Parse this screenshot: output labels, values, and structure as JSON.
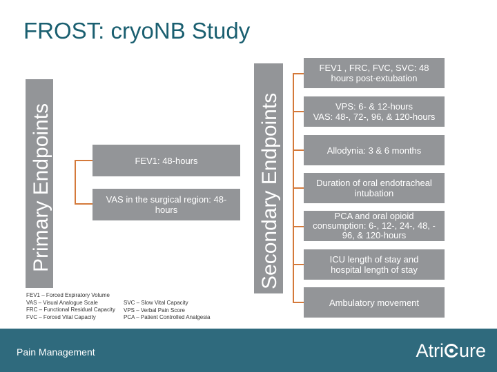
{
  "title": "FROST: cryo",
  "title_suffix": "NB Study",
  "primary": {
    "label": "Primary Endpoints",
    "boxes": [
      "FEV1: 48-hours",
      "VAS in the surgical region: 48-hours"
    ]
  },
  "secondary": {
    "label": "Secondary Endpoints",
    "boxes": [
      [
        "FEV1 , FRC, FVC, SVC: 48",
        "hours post-extubation"
      ],
      [
        "VPS: 6- & 12-hours",
        "VAS: 48-, 72-, 96, & 120-hours"
      ],
      [
        "Allodynia: 3 & 6 months"
      ],
      [
        "Duration of oral endotracheal",
        "intubation"
      ],
      [
        "PCA and oral opioid",
        "consumption: 6-, 12-, 24-, 48,  -",
        "96, & 120-hours"
      ],
      [
        "ICU length of stay and",
        "hospital length of stay"
      ],
      [
        "Ambulatory movement"
      ]
    ]
  },
  "legend": {
    "left": [
      "FEV1 – Forced Expiratory Volume",
      "VAS – Visual Analogue Scale",
      "FRC – Functional Residual Capacity",
      "FVC – Forced Vital Capacity"
    ],
    "right": [
      "SVC – Slow Vital Capacity",
      "VPS – Verbal Pain Score",
      "PCA – Patient Controlled Analgesia"
    ]
  },
  "footer": {
    "text": "Pain Management",
    "logo_left": "Atri",
    "logo_right": "ure"
  }
}
